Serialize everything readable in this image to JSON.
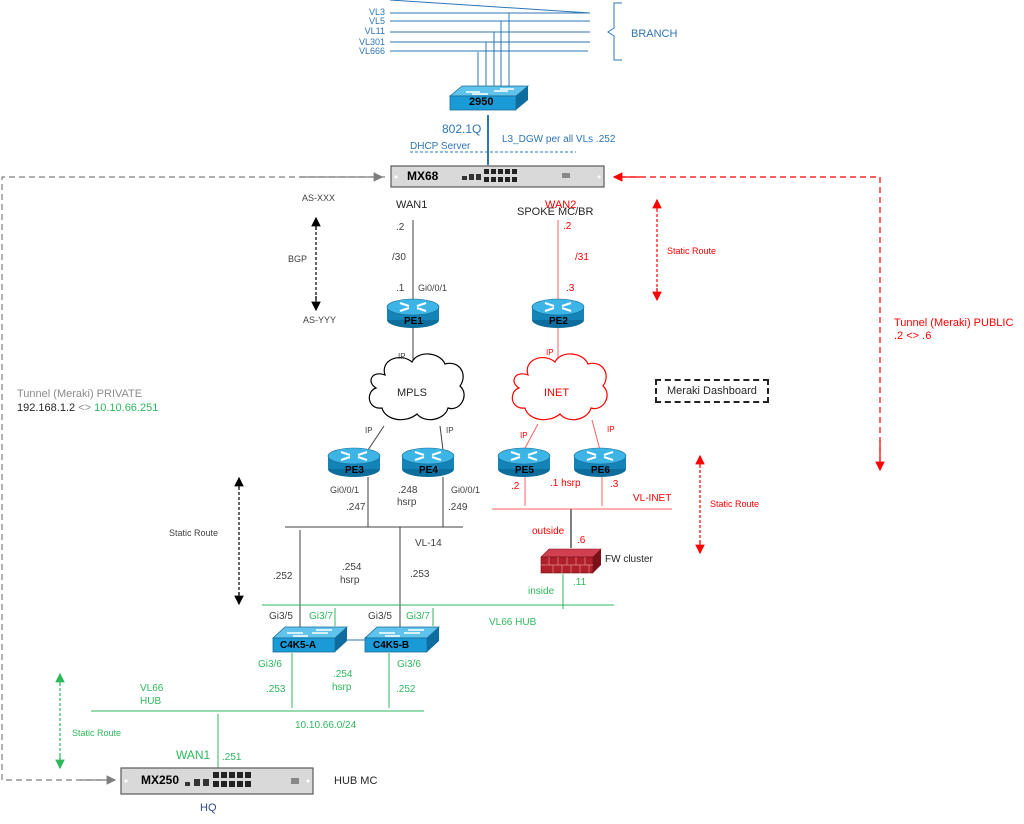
{
  "diagram": {
    "branch": {
      "group_label": "BRANCH",
      "vlans": [
        "VL3",
        "VL5",
        "VL11",
        "VL301",
        "VL666"
      ],
      "switch_label": "2950",
      "trunk_label": "802.1Q",
      "dhcp_label": "DHCP Server",
      "l3_label": "L3_DGW per all VLs .252"
    },
    "spoke": {
      "device_label": "MX68",
      "role_label": "SPOKE MC/BR",
      "wan1_label": "WAN1",
      "wan2_label": "WAN2",
      "wan1_ip": ".2",
      "wan1_mask": "/30",
      "pe1_ip": ".1",
      "pe1_iface": "Gi0/0/1",
      "wan2_ip": ".2",
      "wan2_mask": "/31",
      "pe2_ip": ".3"
    },
    "bgp": {
      "as_top": "AS-XXX",
      "protocol": "BGP",
      "as_bottom": "AS-YYY"
    },
    "routers": {
      "pe1": "PE1",
      "pe2": "PE2",
      "pe3": "PE3",
      "pe4": "PE4",
      "pe5": "PE5",
      "pe6": "PE6"
    },
    "clouds": {
      "mpls": "MPLS",
      "inet": "INET"
    },
    "ip_labels": {
      "pe1_mpls": "IP",
      "pe2_inet": "IP",
      "mpls_pe3": "IP",
      "mpls_pe4": "IP",
      "inet_pe5": "IP",
      "inet_pe6": "IP"
    },
    "mpls_side": {
      "pe3_iface": "Gi0/0/1",
      "pe3_ip": ".247",
      "hsrp_ip": ".248",
      "hsrp_label": "hsrp",
      "pe4_iface": "Gi0/0/1",
      "pe4_ip": ".249",
      "vlan": "VL-14",
      "c4k_a_ip": ".252",
      "c4k_hsrp_ip": ".254",
      "c4k_hsrp_label": "hsrp",
      "c4k_b_ip": ".253"
    },
    "inet_side": {
      "pe5_ip": ".2",
      "hsrp": ".1 hsrp",
      "pe6_ip": ".3",
      "vlan": "VL-INET",
      "fw_outside": "outside",
      "fw_outside_ip": ".6",
      "fw_label": "FW cluster",
      "fw_inside_ip": ".11",
      "fw_inside": "inside"
    },
    "core": {
      "a_uplink": "Gi3/5",
      "a_hub": "Gi3/7",
      "b_uplink": "Gi3/5",
      "b_hub": "Gi3/7",
      "vl66_hub_upper": "VL66 HUB",
      "switch_a": "C4K5-A",
      "switch_b": "C4K5-B",
      "a_down": "Gi3/6",
      "b_down": "Gi3/6",
      "a_down_ip": ".253",
      "down_hsrp_ip": ".254",
      "down_hsrp_label": "hsrp",
      "b_down_ip": ".252",
      "vl66_lower_1": "VL66",
      "vl66_lower_2": "HUB",
      "subnet": "10.10.66.0/24"
    },
    "hub": {
      "device_label": "MX250",
      "role_label": "HUB MC",
      "site_label": "HQ",
      "wan1_label": "WAN1",
      "wan1_ip": ".251"
    },
    "static_routes": {
      "right_top": "Static Route",
      "right_bottom": "Static Route",
      "left_middle": "Static Route",
      "left_bottom": "Static Route"
    },
    "tunnels": {
      "public_title": "Tunnel (Meraki) PUBLIC",
      "public_detail": ".2  <> .6",
      "private_title": "Tunnel (Meraki) PRIVATE",
      "private_left": "192.168.1.2",
      "private_sep": "<>",
      "private_right": "10.10.66.251"
    },
    "dashboard_label": "Meraki Dashboard",
    "colors": {
      "branch_blue": "#2e75b6",
      "inet_red": "#ff0000",
      "hub_green": "#2eb85c",
      "device_blue": "#1a9ad6",
      "firewall_red": "#b0202a"
    }
  }
}
